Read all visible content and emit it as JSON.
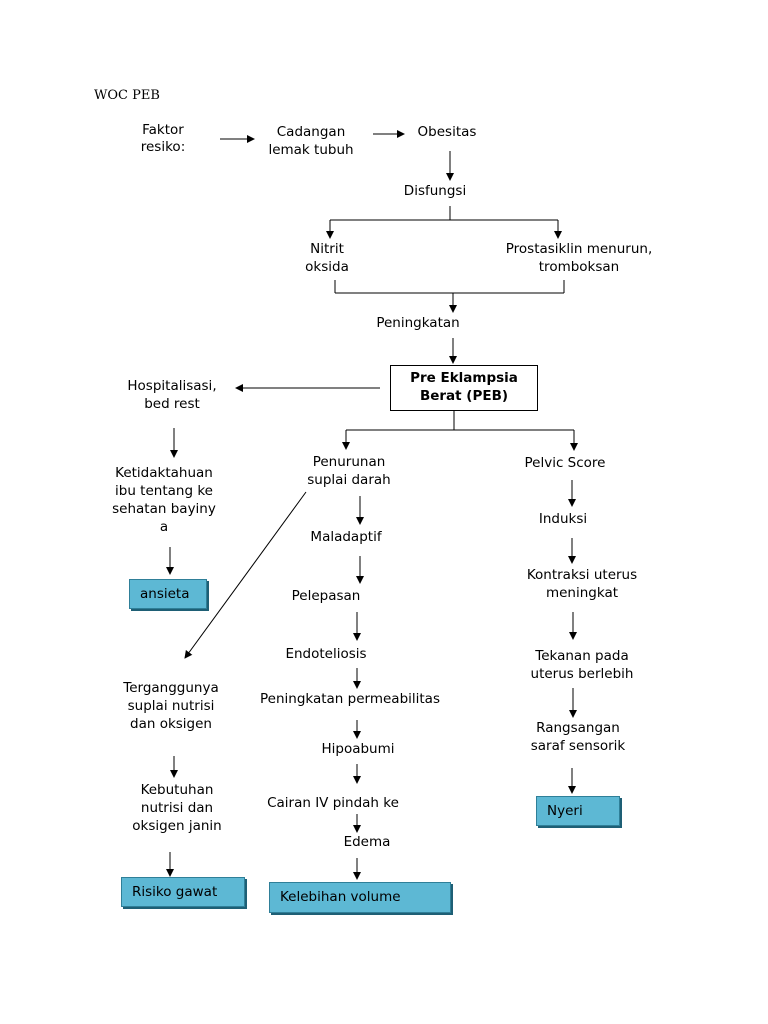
{
  "title": "WOC PEB",
  "nodes": {
    "faktor_resiko": "Faktor resiko:",
    "cadangan": "Cadangan lemak tubuh",
    "obesitas": "Obesitas",
    "disfungsi": "Disfungsi",
    "nitrit": "Nitrit oksida",
    "prostasiklin": "Prostasiklin menurun, tromboksan",
    "peningkatan": "Peningkatan",
    "peb": "Pre Eklampsia Berat (PEB)",
    "hospitalisasi": "Hospitalisasi, bed rest",
    "ketidaktahuan": "Ketidaktahuan ibu tentang kesehatan bayinya",
    "penurunan": "Penurunan suplai darah",
    "maladaptif": "Maladaptif",
    "pelepasan": "Pelepasan",
    "endoteliosis": "Endoteliosis",
    "permeabilitas": "Peningkatan permeabilitas",
    "hipoabumi": "Hipoabumi",
    "cairan": "Cairan IV pindah ke",
    "edema": "Edema",
    "pelvic": "Pelvic Score",
    "induksi": "Induksi",
    "kontraksi": "Kontraksi uterus meningkat",
    "tekanan": "Tekanan pada uterus berlebih",
    "rangsangan": "Rangsangan saraf sensorik",
    "terganggunya": "Terganggunya suplai nutrisi dan oksigen",
    "kebutuhan": "Kebutuhan nutrisi dan oksigen janin"
  },
  "outcomes": {
    "ansieta": "ansieta",
    "nyeri": "Nyeri",
    "risiko": "Risiko gawat",
    "kelebihan": "Kelebihan volume"
  },
  "colors": {
    "outcome_fill": "#5db8d4",
    "outcome_border": "#2f7f98"
  }
}
